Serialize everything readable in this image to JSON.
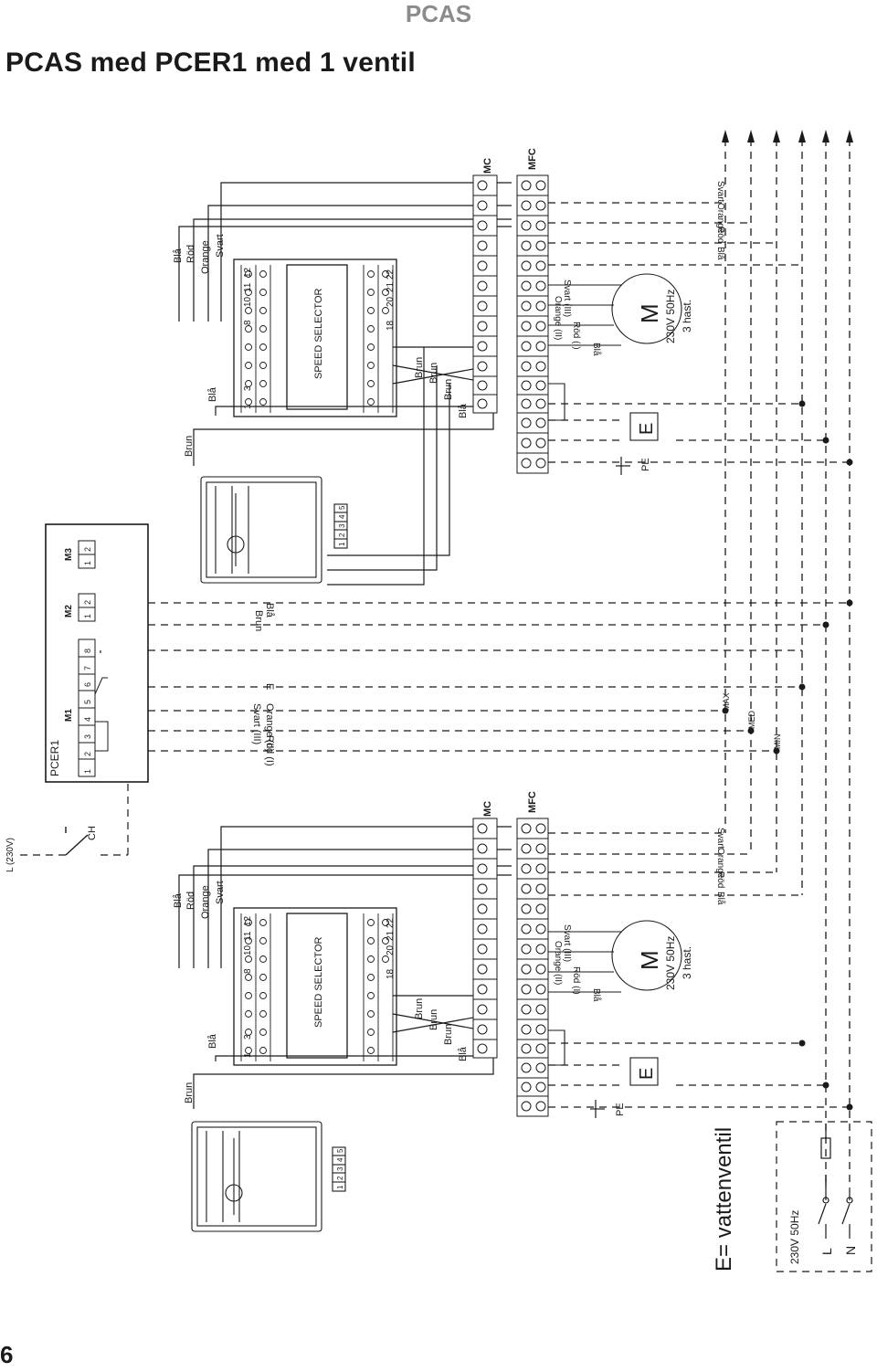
{
  "header": {
    "brand": "PCAS"
  },
  "page": {
    "title": "PCAS med PCER1 med 1 ventil",
    "number": "6"
  },
  "wire_colors": {
    "brun": "Brun",
    "bla": "Blå",
    "rod": "Röd",
    "orange": "Orange",
    "svart": "Svart"
  },
  "upper_unit": {
    "speed_selector": "SPEED SELECTOR",
    "terminals_top": [
      "1",
      "3",
      "8",
      "10",
      "11",
      "12"
    ],
    "terminals_bottom": [
      "18",
      "20",
      "21",
      "22"
    ],
    "mc_label": "MC",
    "mfc_label": "MFC",
    "motor": {
      "symbol": "M",
      "spec": "230V 50Hz",
      "speeds": "3 hast."
    },
    "motor_wires": [
      "Blå",
      "Röd (I)",
      "Orange (II)",
      "Svart (III)"
    ],
    "valve_symbol": "E",
    "pe_label": "PE",
    "fan_terminals": [
      "1",
      "2",
      "3",
      "4",
      "5"
    ]
  },
  "lower_unit": {
    "speed_selector": "SPEED SELECTOR",
    "terminals_top": [
      "1",
      "3",
      "8",
      "10",
      "11",
      "12"
    ],
    "terminals_bottom": [
      "18",
      "20",
      "21",
      "22"
    ],
    "mc_label": "MC",
    "mfc_label": "MFC",
    "motor": {
      "symbol": "M",
      "spec": "230V 50Hz",
      "speeds": "3 hast."
    },
    "motor_wires": [
      "Blå",
      "Röd (I)",
      "Orange (II)",
      "Svart (III)"
    ],
    "valve_symbol": "E",
    "pe_label": "PE",
    "fan_terminals": [
      "1",
      "2",
      "3",
      "4",
      "5"
    ]
  },
  "controller": {
    "name": "PCER1",
    "m1_label": "M1",
    "m1_terminals": [
      "1",
      "2",
      "3",
      "4",
      "5",
      "6",
      "7",
      "8"
    ],
    "m2_label": "M2",
    "m2_terminals": [
      "1",
      "2"
    ],
    "m3_label": "M3",
    "m3_terminals": [
      "1",
      "2"
    ],
    "wire_labels": [
      "Röd (I)",
      "Orange (II)",
      "Svart (III)",
      "E",
      "Brun",
      "Blå"
    ]
  },
  "bus_labels": {
    "max": "MAX",
    "med": "MED",
    "min": "MIN"
  },
  "supply": {
    "l_label": "L (230V)",
    "switch_label": "CH",
    "voltage": "230V 50Hz",
    "l": "L",
    "n": "N"
  },
  "legend": "E= vattenventil"
}
